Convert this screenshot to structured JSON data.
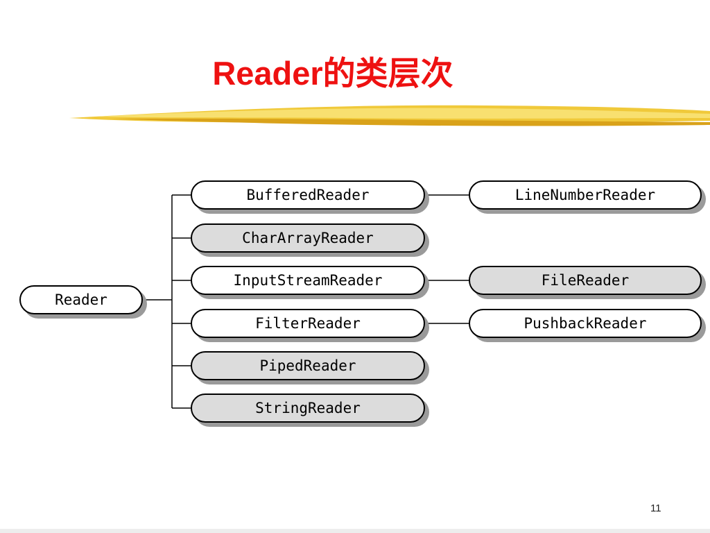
{
  "slide": {
    "title": "Reader的类层次",
    "page_number": "11"
  },
  "diagram": {
    "root": "Reader",
    "children": [
      {
        "label": "BufferedReader",
        "shaded": false,
        "subclass": {
          "label": "LineNumberReader",
          "shaded": false
        }
      },
      {
        "label": "CharArrayReader",
        "shaded": true
      },
      {
        "label": "InputStreamReader",
        "shaded": false,
        "subclass": {
          "label": "FileReader",
          "shaded": true
        }
      },
      {
        "label": "FilterReader",
        "shaded": false,
        "subclass": {
          "label": "PushbackReader",
          "shaded": false
        }
      },
      {
        "label": "PipedReader",
        "shaded": true
      },
      {
        "label": "StringReader",
        "shaded": true
      }
    ]
  },
  "colors": {
    "title": "#ee1111",
    "stroke_highlight": "#f5d646",
    "stroke_shadow": "#d9a21a",
    "shaded_node": "#dcdcdc"
  }
}
